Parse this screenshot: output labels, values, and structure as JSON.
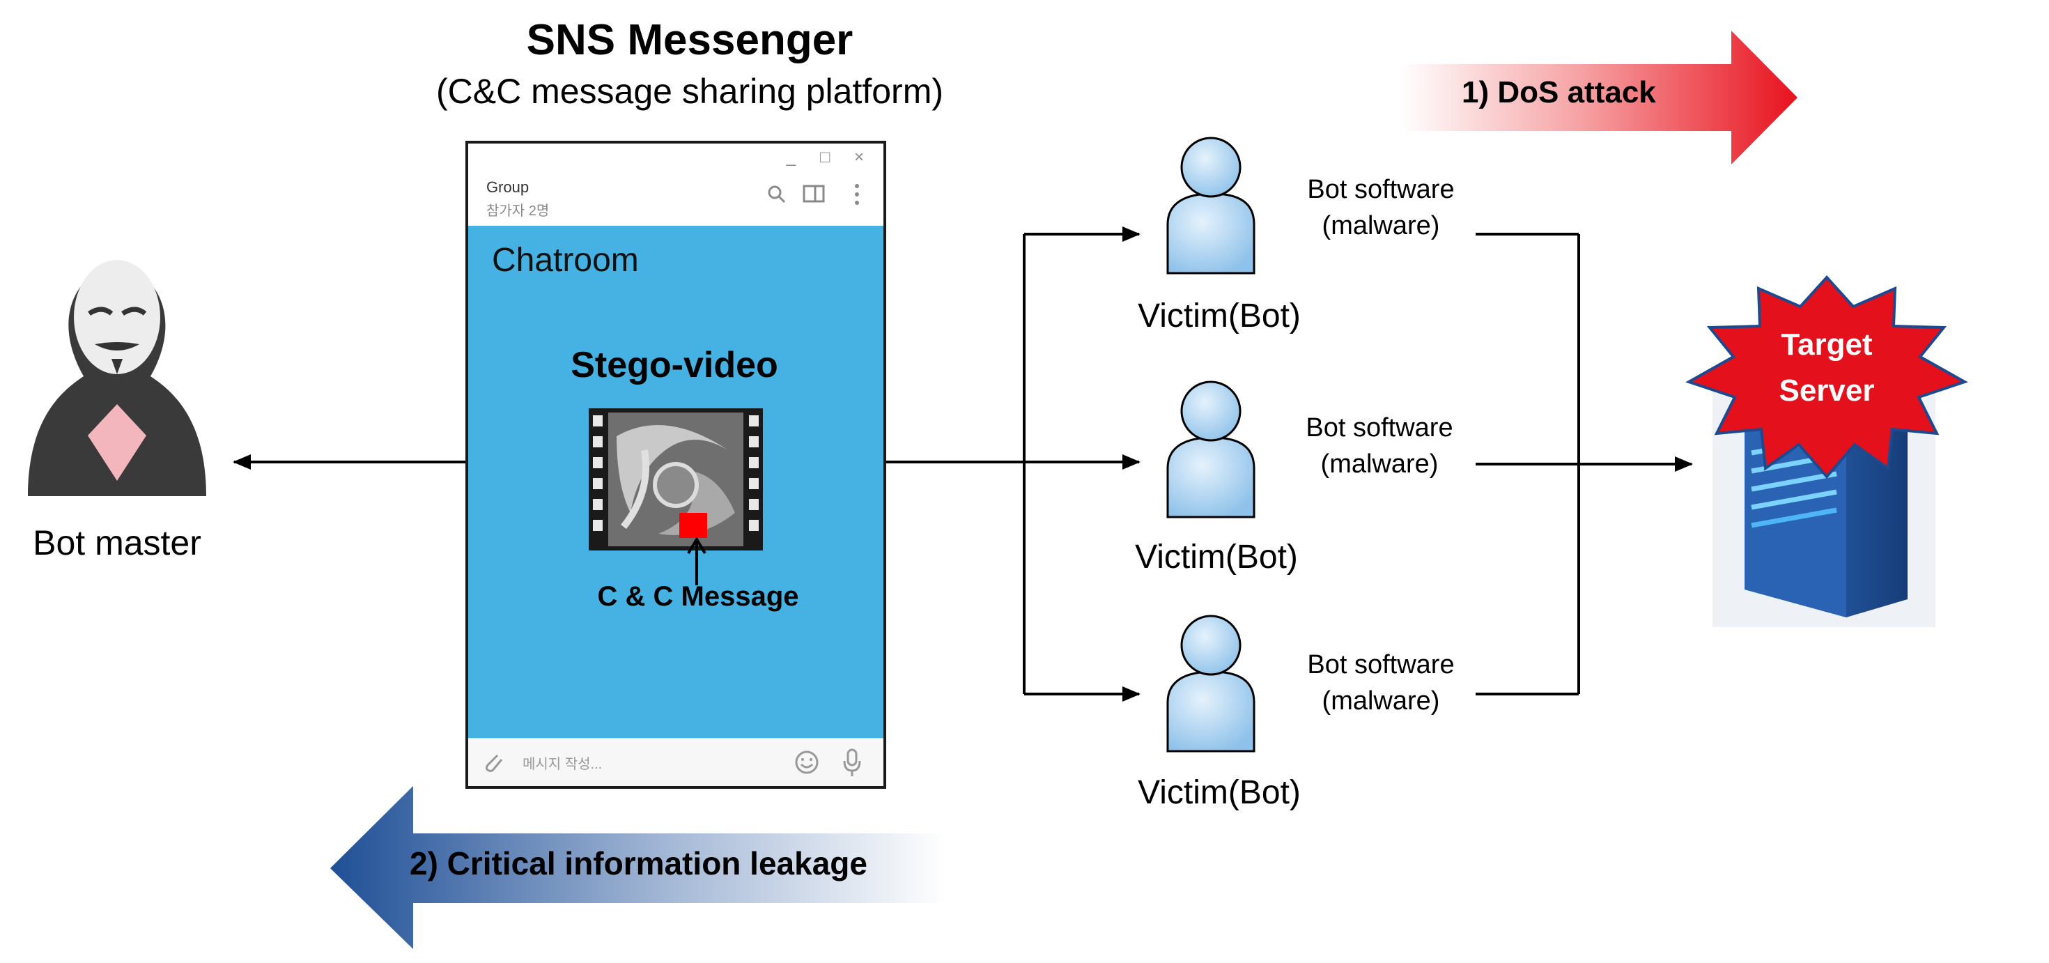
{
  "header": {
    "title": "SNS Messenger",
    "subtitle": "(C&C message sharing platform)"
  },
  "messenger": {
    "window_controls": "_ □ ×",
    "group_name": "Group",
    "group_members": "참가자 2명",
    "chatroom_label": "Chatroom",
    "stego_label": "Stego-video",
    "cc_message_label": "C & C Message",
    "input_placeholder": "메시지 작성..."
  },
  "bot_master": {
    "label": "Bot master"
  },
  "victims": [
    {
      "label": "Victim(Bot)",
      "software": "Bot software",
      "software_sub": "(malware)"
    },
    {
      "label": "Victim(Bot)",
      "software": "Bot software",
      "software_sub": "(malware)"
    },
    {
      "label": "Victim(Bot)",
      "software": "Bot software",
      "software_sub": "(malware)"
    }
  ],
  "attacks": {
    "dos": "1) DoS attack",
    "leakage": "2) Critical information leakage"
  },
  "target": {
    "line1": "Target",
    "line2": "Server"
  },
  "colors": {
    "chat_bg": "#45b2e3",
    "dos_red": "#e8121e",
    "leak_blue": "#1f4f96",
    "starburst": "#e4101b",
    "server_blue": "#1d4a8f",
    "person_fill": "#a9d1f0"
  },
  "icons": [
    "bot-master-anonymous-icon",
    "stego-video-film-icon",
    "victim-person-icon",
    "target-server-icon",
    "search-icon",
    "panel-icon",
    "more-icon",
    "attach-icon",
    "emoji-icon",
    "mic-icon"
  ]
}
